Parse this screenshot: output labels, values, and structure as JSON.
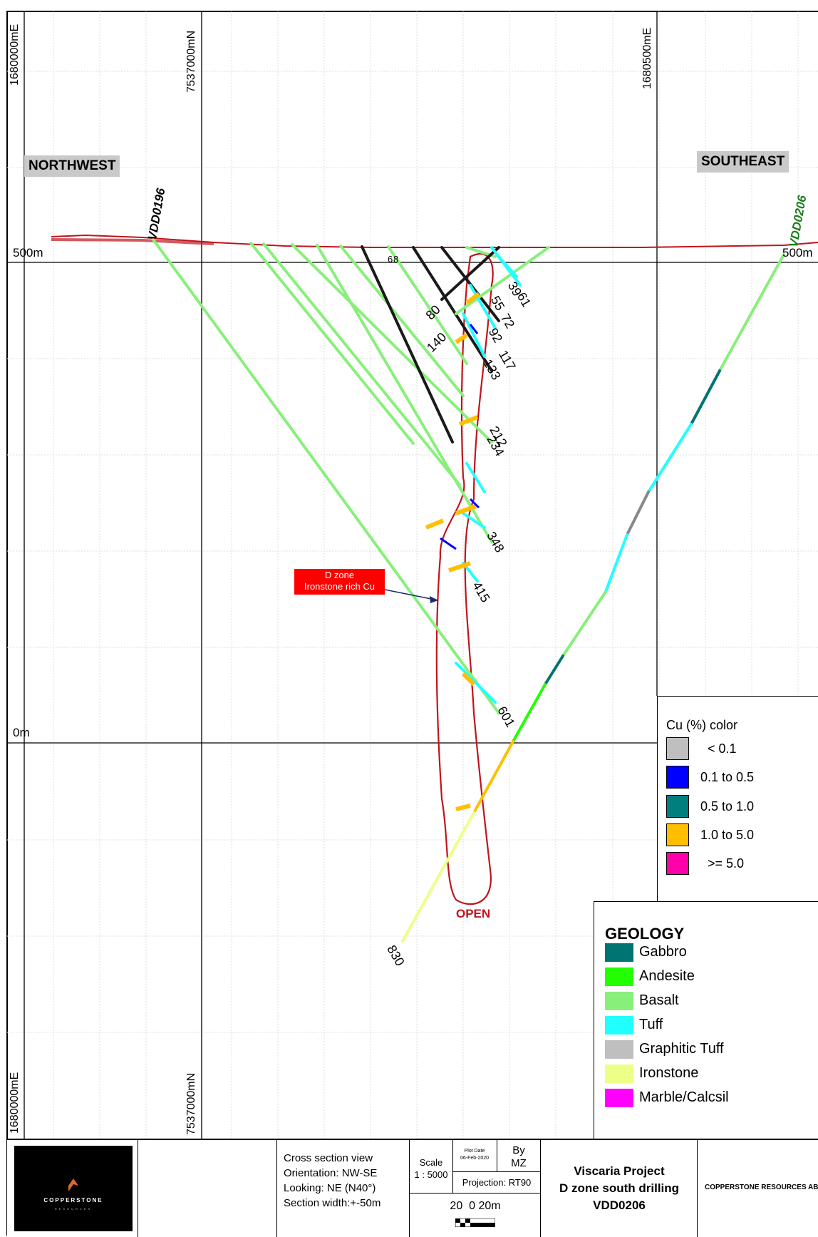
{
  "section": {
    "easting_labels": [
      "1680000mE",
      "1680500mE"
    ],
    "northing_label": "7537000mN",
    "elevation_labels": [
      "500m",
      "0m"
    ],
    "direction_labels": {
      "left": "NORTHWEST",
      "right": "SOUTHEAST"
    },
    "holes": [
      {
        "id": "VDD0196",
        "color": "#000000"
      },
      {
        "id": "VDD0206",
        "color": "#1a7f1a"
      }
    ],
    "depth_labels": [
      "830",
      "601",
      "415",
      "348",
      "234",
      "212",
      "133",
      "117",
      "140",
      "92",
      "80",
      "72",
      "55",
      "61",
      "39",
      "6",
      "8"
    ],
    "callout": "D zone\nIronstone rich Cu",
    "open_label": "OPEN",
    "colors": {
      "ore_outline": "#c0141c",
      "callout_bg": "#ff0000",
      "topo": "#c0141c"
    }
  },
  "cu_legend": {
    "title": "Cu (%) color",
    "items": [
      {
        "label": "< 0.1",
        "color": "#bfbfbf"
      },
      {
        "label": "0.1 to 0.5",
        "color": "#0000ff"
      },
      {
        "label": "0.5 to 1.0",
        "color": "#007f7f"
      },
      {
        "label": "1.0 to 5.0",
        "color": "#ffbf00"
      },
      {
        "label": ">= 5.0",
        "color": "#ff00aa"
      }
    ]
  },
  "geology_legend": {
    "title": "GEOLOGY",
    "items": [
      {
        "label": "Gabbro",
        "color": "#007373"
      },
      {
        "label": "Andesite",
        "color": "#22ff00"
      },
      {
        "label": "Basalt",
        "color": "#88f07a"
      },
      {
        "label": "Tuff",
        "color": "#22ffff"
      },
      {
        "label": "Graphitic Tuff",
        "color": "#bfbfbf"
      },
      {
        "label": "Ironstone",
        "color": "#eeff88"
      },
      {
        "label": "Marble/Calcsil",
        "color": "#ff00ff"
      }
    ]
  },
  "title_block": {
    "company_logo_text": "COPPERSTONE",
    "company_logo_subtext": "RESOURCES",
    "view_info": [
      "Cross section view",
      "Orientation: NW-SE",
      "Looking: NE (N40°)",
      "Section width:+-50m"
    ],
    "scale_label": "Scale",
    "scale_value": "1 : 5000",
    "plot_date_label": "Plot Date",
    "plot_date": "06-Feb-2020",
    "by_label": "By",
    "by_value": "MZ",
    "projection": "Projection: RT90",
    "scalebar_text": "20  0 20m",
    "project_title": [
      "Viscaria Project",
      "D zone south drilling",
      "VDD0206"
    ],
    "company_name": "COPPERSTONE RESOURCES AB"
  }
}
